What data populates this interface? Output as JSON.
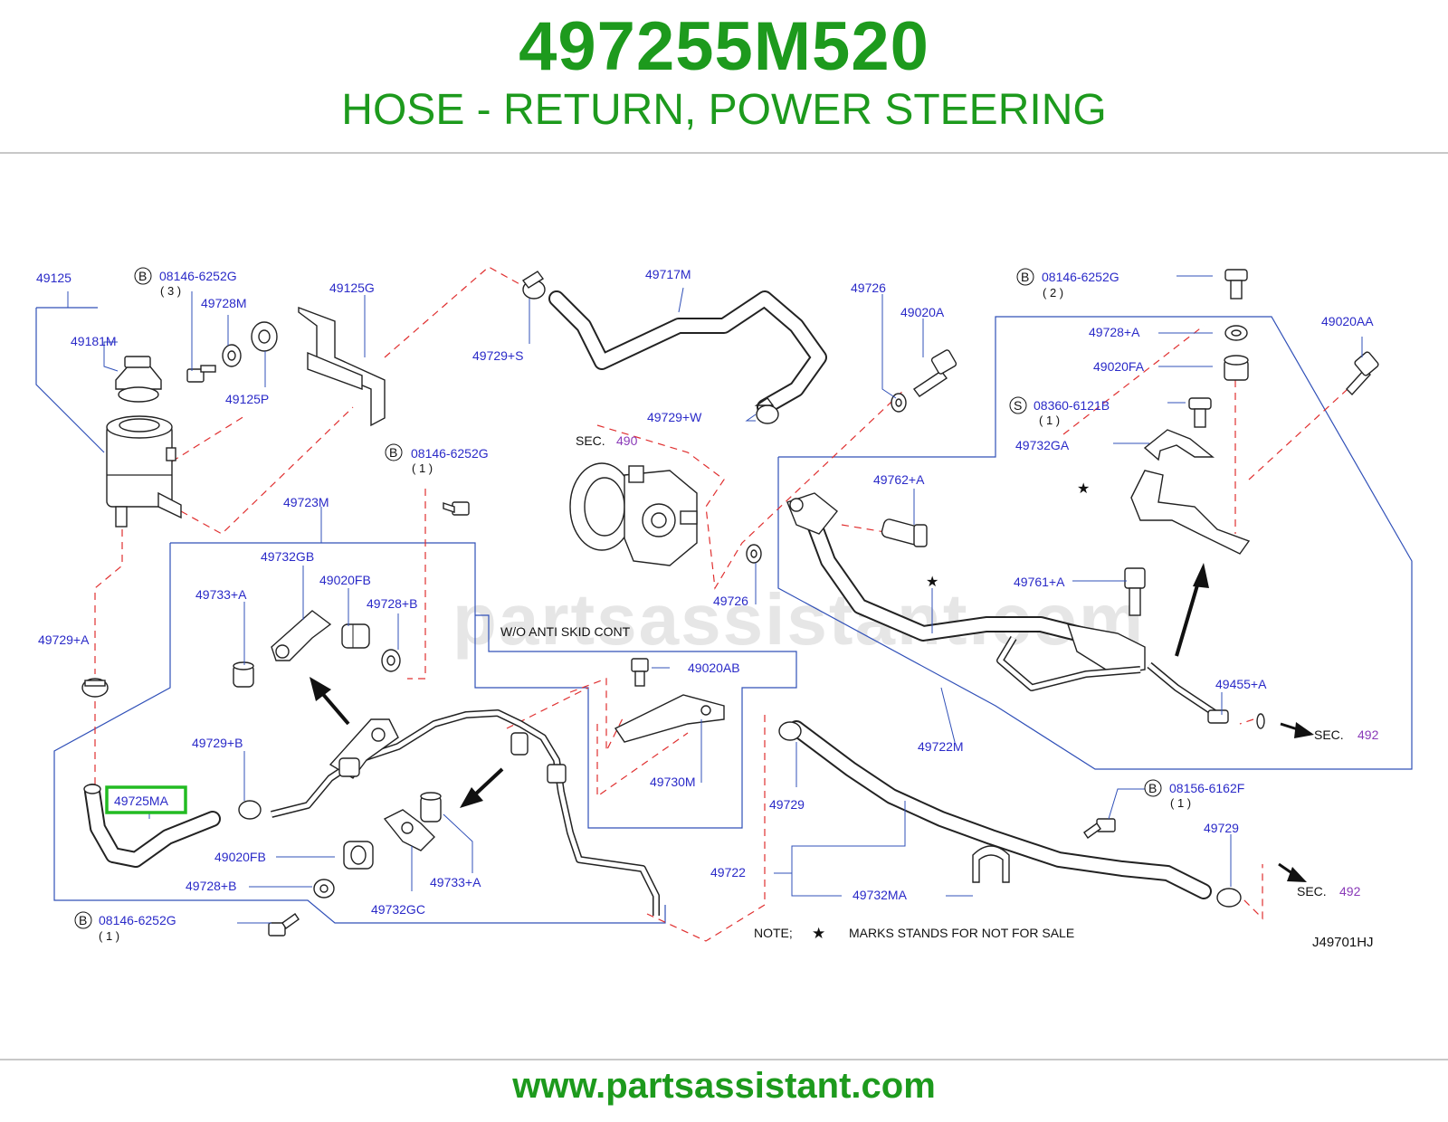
{
  "header": {
    "part_number": "497255M520",
    "part_description": "HOSE - RETURN, POWER STEERING"
  },
  "watermark": "partsassistant.com",
  "footer": {
    "url": "www.partsassistant.com"
  },
  "diagram": {
    "drawing_code": "J49701HJ",
    "note": {
      "prefix": "NOTE;",
      "star": "★",
      "text": "MARKS   STANDS   FOR   NOT   FOR   SALE"
    },
    "wo_box_label": "W/O   ANTI   SKID   CONT",
    "highlighted_part": "49725MA",
    "bolt_callouts": [
      {
        "badge": "B",
        "code": "08146-6252G",
        "qty": "( 3 )"
      },
      {
        "badge": "B",
        "code": "08146-6252G",
        "qty": "( 1 )"
      },
      {
        "badge": "B",
        "code": "08146-6252G",
        "qty": "( 2 )"
      },
      {
        "badge": "S",
        "code": "08360-6121B",
        "qty": "( 1  )"
      },
      {
        "badge": "B",
        "code": "08156-6162F",
        "qty": "( 1 )"
      },
      {
        "badge": "B",
        "code": "08146-6252G",
        "qty": "( 1 )"
      }
    ],
    "sec_refs": [
      {
        "prefix": "SEC.",
        "num": "490"
      },
      {
        "prefix": "SEC.",
        "num": "492"
      },
      {
        "prefix": "SEC.",
        "num": "492"
      }
    ],
    "stars": [
      "★",
      "★"
    ],
    "labels": [
      "49125",
      "49181M",
      "49728M",
      "49125P",
      "49125G",
      "49729+S",
      "49717M",
      "49726",
      "49020A",
      "49729+W",
      "49728+A",
      "49020FA",
      "49020AA",
      "49732GA",
      "49762+A",
      "49723M",
      "49732GB",
      "49020FB",
      "49733+A",
      "49728+B",
      "49729+A",
      "49726",
      "49761+A",
      "49020AB",
      "49730M",
      "49455+A",
      "49722M",
      "49729+B",
      "49020FB",
      "49728+B",
      "49733+A",
      "49732GC",
      "49729",
      "49722",
      "49732MA",
      "49729"
    ]
  }
}
